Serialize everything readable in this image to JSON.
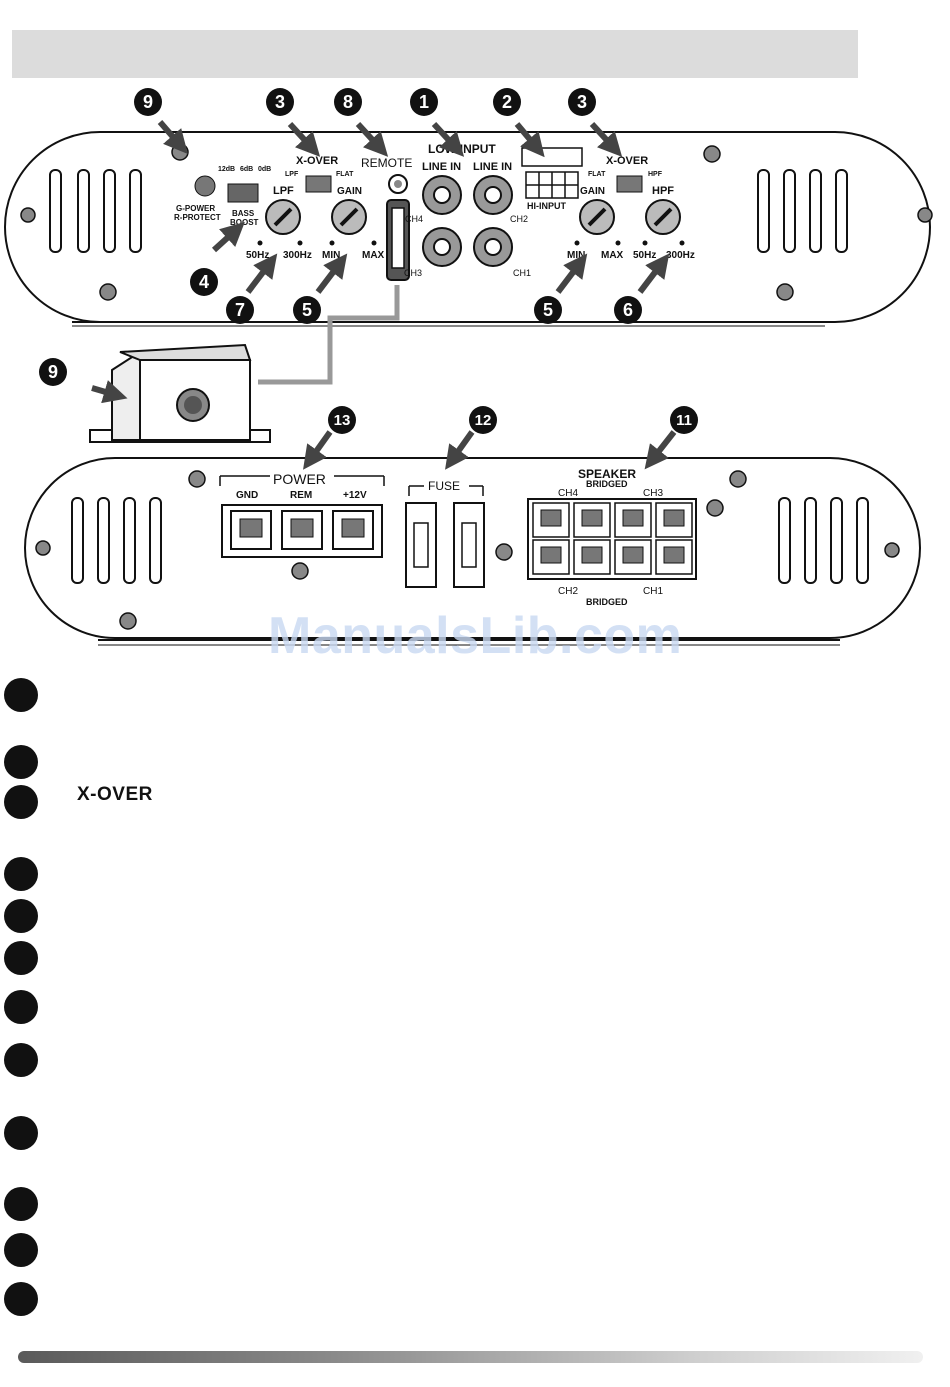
{
  "top_panel": {
    "callouts": [
      "9",
      "3",
      "8",
      "1",
      "2",
      "3"
    ],
    "xover_left": "X-OVER",
    "lpf_small": "LPF",
    "flat_small": "FLAT",
    "remote": "REMOTE",
    "low_input": "LOW-INPUT",
    "line_in_1": "LINE IN",
    "line_in_2": "LINE IN",
    "boost_12": "12dB",
    "boost_6": "6dB",
    "boost_0": "0dB",
    "g_power": "G-POWER",
    "r_protect": "R-PROTECT",
    "lpf": "LPF",
    "gain_left": "GAIN",
    "bass": "BASS",
    "boost": "BOOST",
    "ch4": "CH4",
    "ch2": "CH2",
    "ch3": "CH3",
    "ch1": "CH1",
    "hi_input": "HI-INPUT",
    "xover_right": "X-OVER",
    "flat_right": "FLAT",
    "hpf_small": "HPF",
    "gain_right": "GAIN",
    "hpf": "HPF",
    "l_50hz": "50Hz",
    "l_300hz": "300Hz",
    "l_min": "MIN",
    "l_max": "MAX",
    "r_min": "MIN",
    "r_max": "MAX",
    "r_50hz": "50Hz",
    "r_300hz": "300Hz",
    "bottom_callouts": [
      "4",
      "7",
      "5",
      "5",
      "6"
    ]
  },
  "remote_callout": "9",
  "bottom_panel": {
    "callouts": [
      "13",
      "12",
      "11"
    ],
    "power": "POWER",
    "gnd": "GND",
    "rem": "REM",
    "v12": "+12V",
    "fuse": "FUSE",
    "speaker": "SPEAKER",
    "bridged_top": "BRIDGED",
    "bridged_bottom": "BRIDGED",
    "ch4": "CH4",
    "ch3": "CH3",
    "ch2": "CH2",
    "ch1": "CH1"
  },
  "legend": {
    "xover": "X-OVER"
  },
  "watermark": "ManualsLib.com"
}
